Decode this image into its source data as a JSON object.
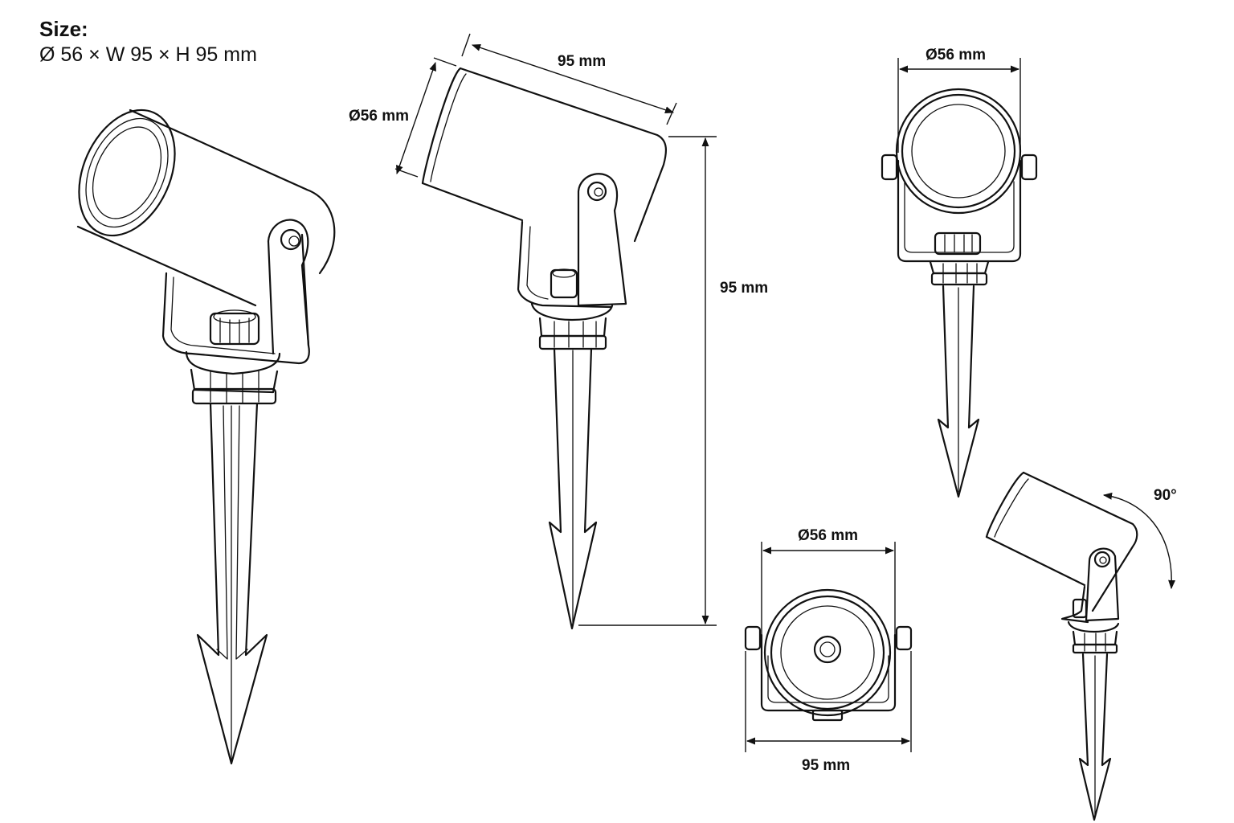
{
  "header": {
    "title": "Size:",
    "dimensions": "Ø 56 × W 95 × H 95 mm"
  },
  "labels": {
    "side_length": "95 mm",
    "side_diameter": "Ø56 mm",
    "height": "95 mm",
    "front_diameter": "Ø56 mm",
    "back_diameter": "Ø56 mm",
    "back_width": "95 mm",
    "rotation": "90°"
  },
  "icons": [
    "spotlight-perspective",
    "spotlight-side-view",
    "spotlight-front-view",
    "spotlight-back-view",
    "spotlight-rotated-view",
    "rotation-arrow"
  ]
}
